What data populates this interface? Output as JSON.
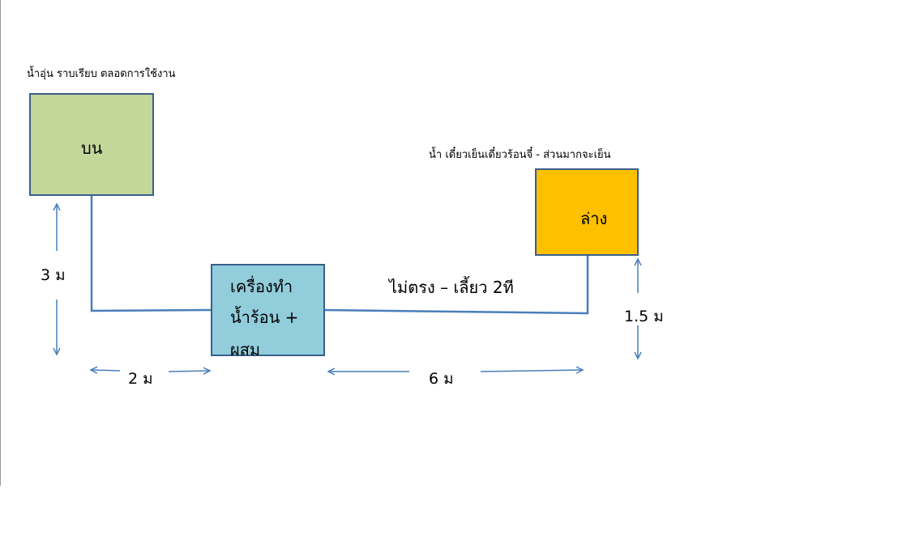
{
  "top_tank": {
    "label": "บน",
    "note": "น้ำอุ่น ราบเรียบ ตลอดการใช้งาน",
    "color": "#c4d79b"
  },
  "heater": {
    "lines": [
      "เครื่องทำ",
      "น้ำร้อน +",
      "ผสม"
    ],
    "color": "#92cddc"
  },
  "bottom_tank": {
    "label": "ล่าง",
    "note": "น้ำ เดี๋ยวเย็นเดี๋ยวร้อนจี๋  - ส่วนมากจะเย็น",
    "color": "#ffc000"
  },
  "pipe_note": "ไม่ตรง – เลี้ยว 2ที",
  "dimensions": {
    "height_top": "3 ม",
    "span_left": "2 ม",
    "span_right": "6 ม",
    "height_bottom": "1.5 ม"
  },
  "colors": {
    "pipe": "#4a7ebb",
    "border": "#3a5f8a"
  }
}
